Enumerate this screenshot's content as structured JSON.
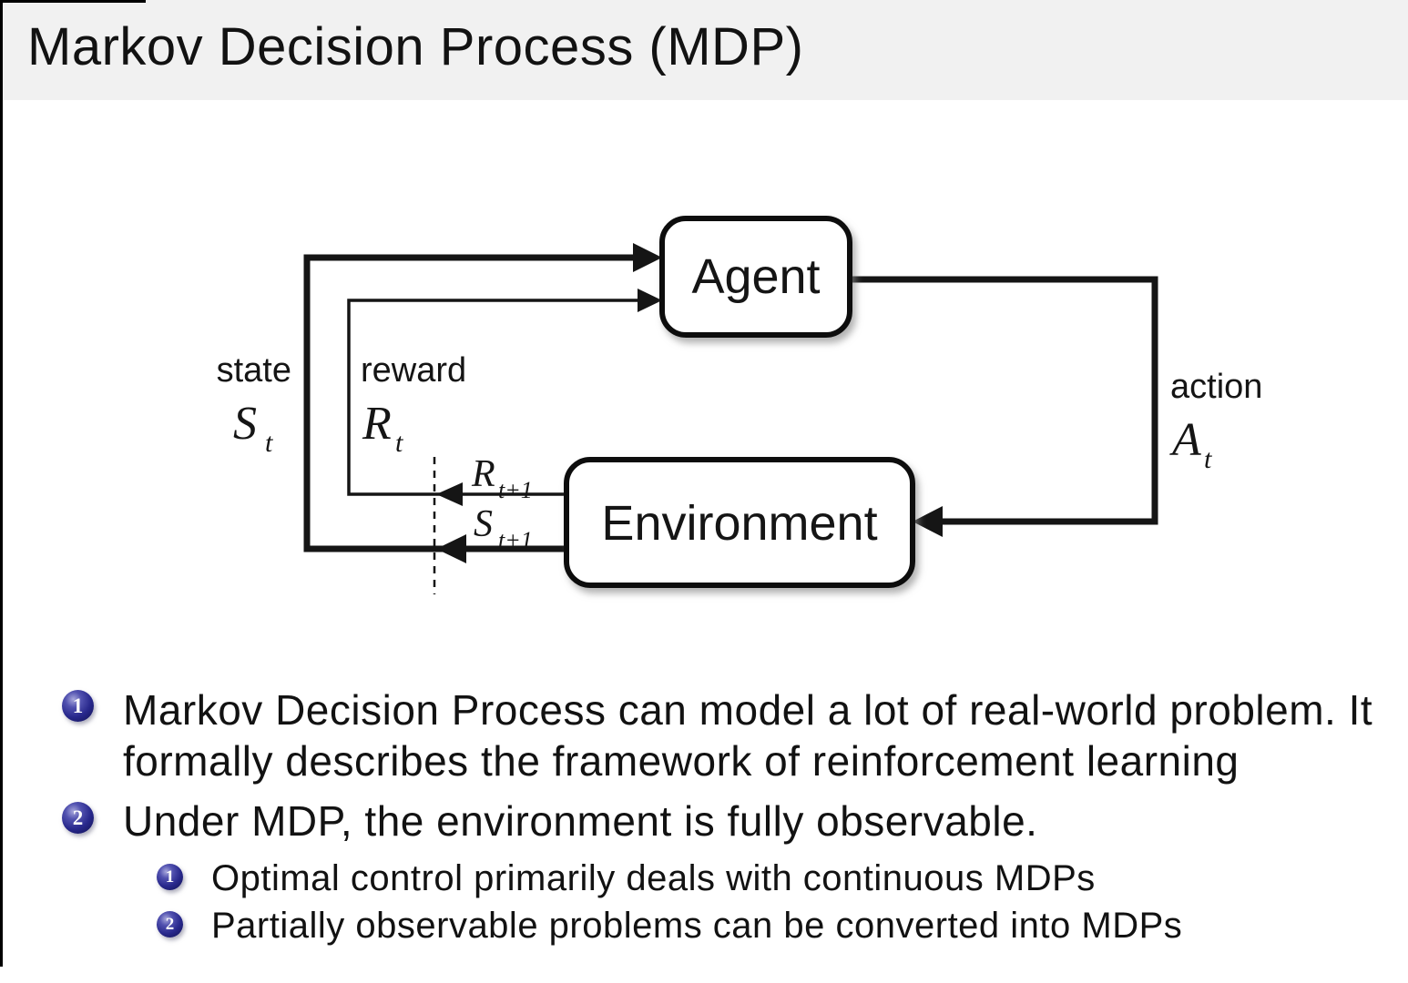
{
  "title": "Markov Decision Process (MDP)",
  "colors": {
    "titlebar_bg": "#f1f1f1",
    "body_bg": "#ffffff",
    "text": "#121212",
    "diagram_line": "#151515",
    "ball_navy": "#28288c"
  },
  "diagram": {
    "agent_label": "Agent",
    "environment_label": "Environment",
    "state": {
      "label": "state",
      "symbol": "S",
      "subscript": "t"
    },
    "reward": {
      "label": "reward",
      "symbol": "R",
      "subscript": "t"
    },
    "action": {
      "label": "action",
      "symbol": "A",
      "subscript": "t"
    },
    "next_reward": {
      "symbol": "R",
      "subscript": "t+1"
    },
    "next_state": {
      "symbol": "S",
      "subscript": "t+1"
    }
  },
  "bullets": [
    {
      "number": "1",
      "text": "Markov Decision Process can model a lot of real-world problem. It formally describes the framework of reinforcement learning"
    },
    {
      "number": "2",
      "text": "Under MDP, the environment is fully observable.",
      "children": [
        {
          "number": "1",
          "text": "Optimal control primarily deals with continuous MDPs"
        },
        {
          "number": "2",
          "text": "Partially observable problems can be converted into MDPs"
        }
      ]
    }
  ]
}
